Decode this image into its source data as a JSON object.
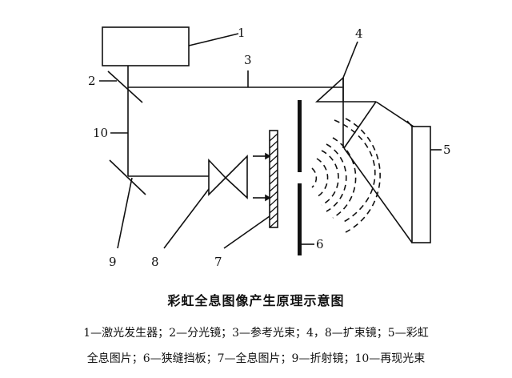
{
  "labels": {
    "l1": "1",
    "l2": "2",
    "l3": "3",
    "l4": "4",
    "l5": "5",
    "l6": "6",
    "l7": "7",
    "l8": "8",
    "l9": "9",
    "l10": "10"
  },
  "title": "彩虹全息图像产生原理示意图",
  "caption": {
    "line1": "1—激光发生器；2—分光镜；3—参考光束；4，8—扩束镜；5—彩虹",
    "line2": "全息图片；6—狭缝挡板；7—全息图片；9—折射镜；10—再现光束"
  }
}
